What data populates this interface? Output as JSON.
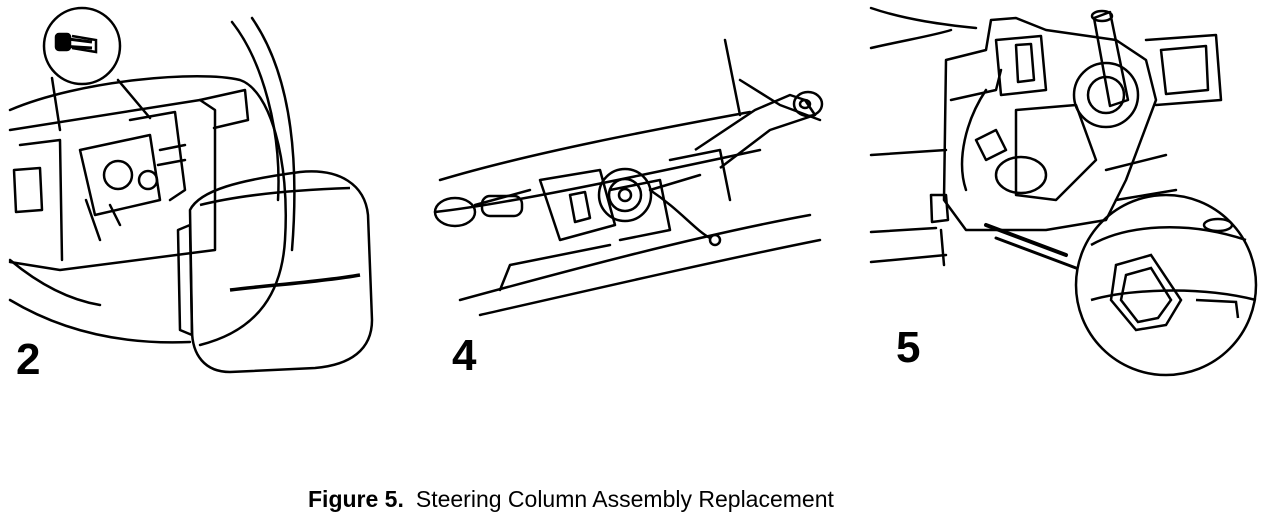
{
  "figure": {
    "steps": [
      {
        "number": "2"
      },
      {
        "number": "4"
      },
      {
        "number": "5"
      }
    ],
    "caption": {
      "label": "Figure 5.",
      "text": "Steering Column Assembly Replacement"
    },
    "colors": {
      "ink": "#000000",
      "paper": "#ffffff"
    },
    "icons": [
      "screw-icon",
      "airbag-module-icon",
      "clockspring-icon",
      "turn-signal-lever-icon",
      "steering-shaft-icon",
      "nut-detail-icon"
    ]
  }
}
